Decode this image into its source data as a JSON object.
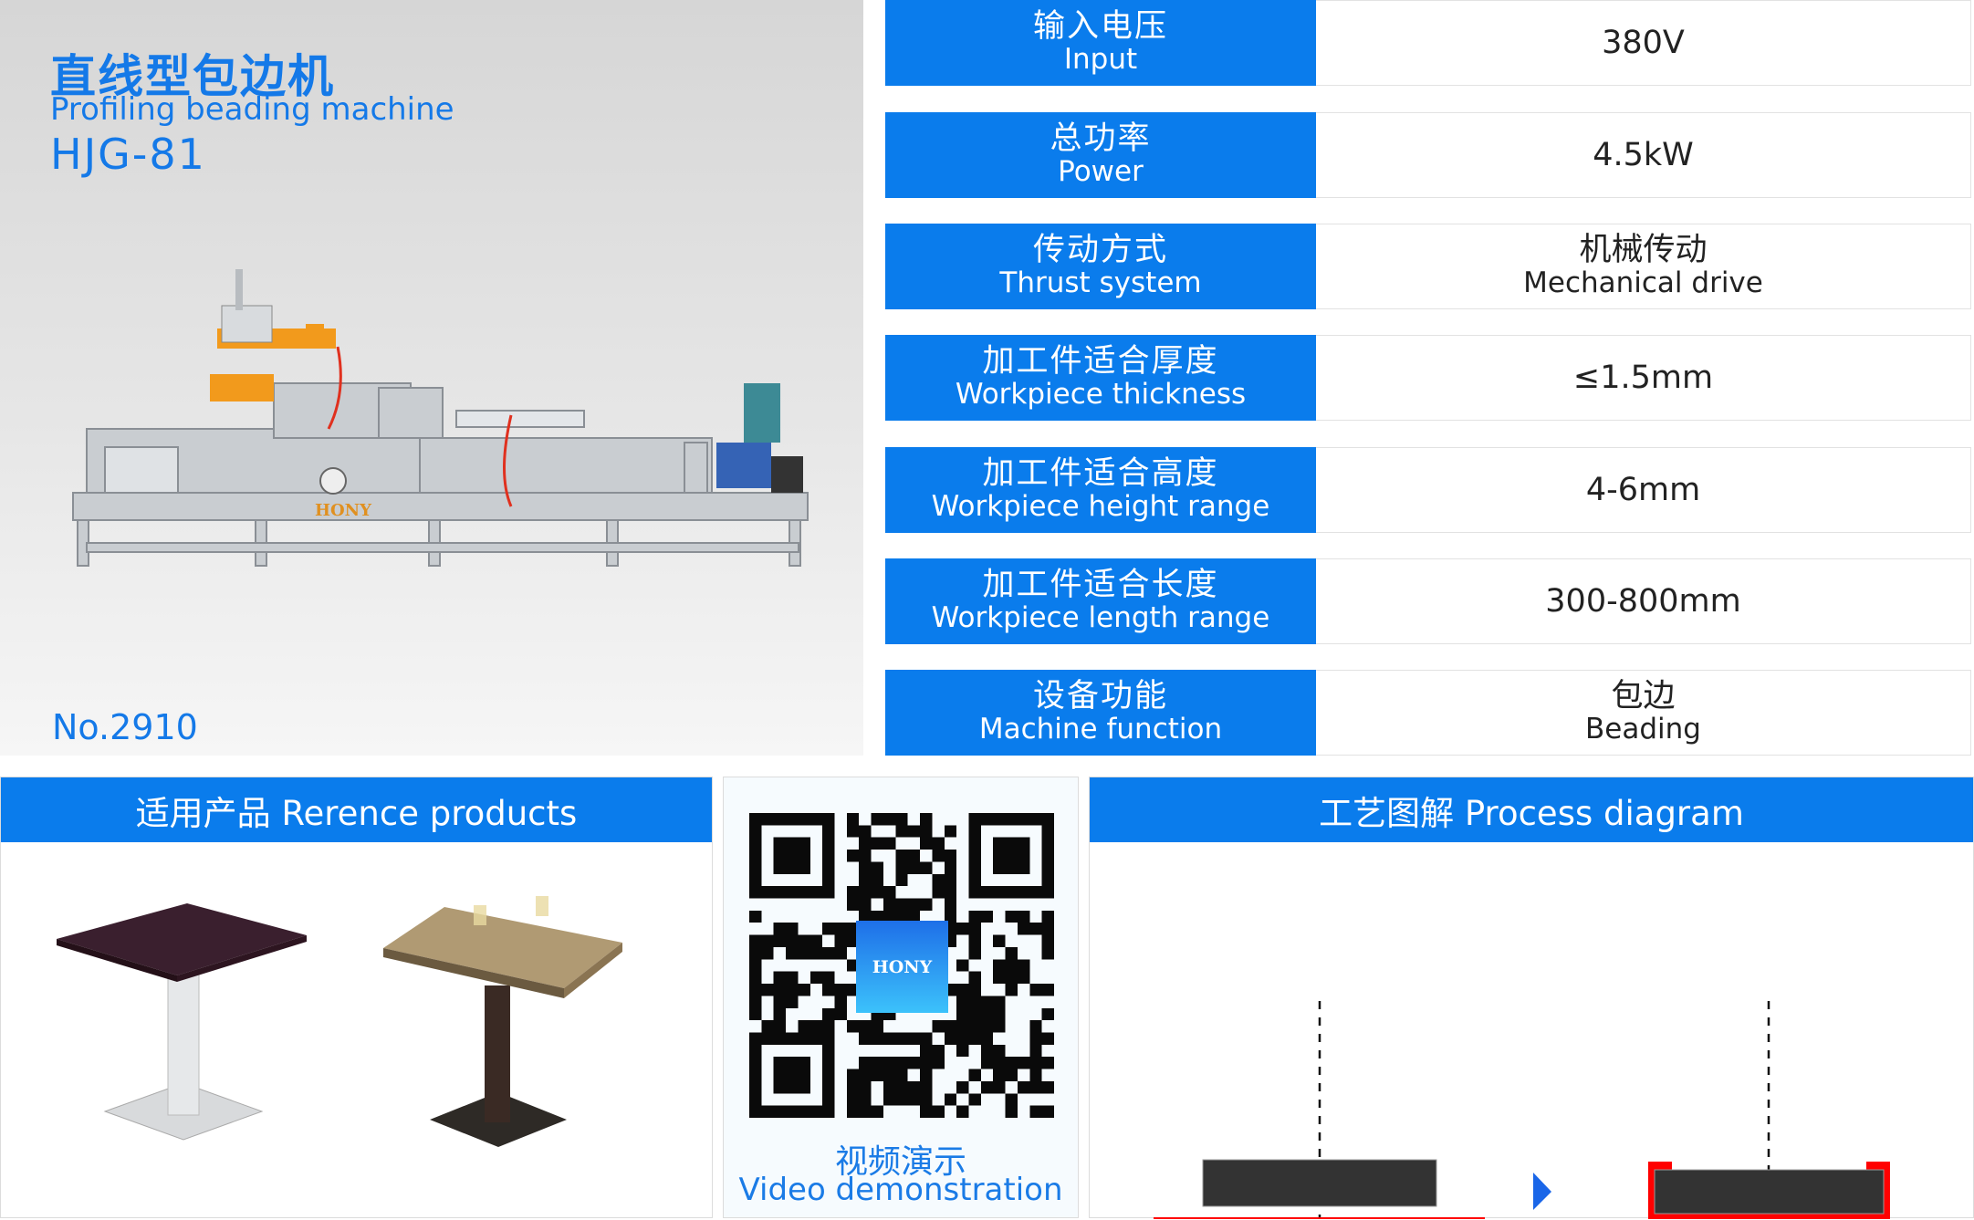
{
  "hero": {
    "title_cn": "直线型包边机",
    "title_en": "Profiling beading machine",
    "model": "HJG-81",
    "number": "No.2910",
    "brand": "HONY"
  },
  "specs": [
    {
      "label_cn": "输入电压",
      "label_en": "Input",
      "value": "380V",
      "value_en": ""
    },
    {
      "label_cn": "总功率",
      "label_en": "Power",
      "value": "4.5kW",
      "value_en": ""
    },
    {
      "label_cn": "传动方式",
      "label_en": "Thrust system",
      "value": "机械传动",
      "value_en": "Mechanical drive"
    },
    {
      "label_cn": "加工件适合厚度",
      "label_en": "Workpiece thickness",
      "value": "≤1.5mm",
      "value_en": ""
    },
    {
      "label_cn": "加工件适合高度",
      "label_en": "Workpiece height range",
      "value": "4-6mm",
      "value_en": ""
    },
    {
      "label_cn": "加工件适合长度",
      "label_en": "Workpiece length range",
      "value": "300-800mm",
      "value_en": ""
    },
    {
      "label_cn": "设备功能",
      "label_en": "Machine function",
      "value": "包边",
      "value_en": "Beading"
    }
  ],
  "products": {
    "header": "适用产品 Rerence products"
  },
  "qr": {
    "logo": "HONY",
    "caption_cn": "视频演示",
    "caption_en": "Video demonstration"
  },
  "process": {
    "header": "工艺图解  Process diagram"
  },
  "colors": {
    "accent": "#0a7cec",
    "edge": "#ff0000",
    "workpiece": "#333333"
  }
}
